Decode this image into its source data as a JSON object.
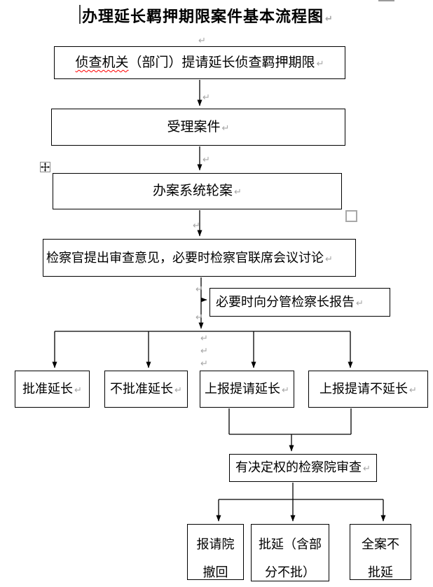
{
  "title": "办理延长羁押期限案件基本流程图",
  "marks": {
    "pilcrow": "↵"
  },
  "flow": {
    "box_request": {
      "misspelled": "侦查机关",
      "rest": "（部门）提请延长侦查羁押期限"
    },
    "box_accept": "受理案件",
    "box_assign": "办案系统轮案",
    "box_review": "检察官提出审查意见，必要时检察官联席会议讨论",
    "box_report_chief": "必要时向分管检察长报告",
    "branch_approve": "批准延长",
    "branch_disapprove": "不批准延长",
    "branch_submit_ext": "上报提请延长",
    "branch_submit_no_ext": "上报提请不延长",
    "box_authority_review": "有决定权的检察院审查",
    "result_withdraw": {
      "line1": "报请院",
      "line2": "撤回"
    },
    "result_approve": {
      "line1": "批延（含部",
      "line2": "分不批）"
    },
    "result_reject": {
      "line1": "全案不",
      "line2": "批延"
    }
  },
  "colors": {
    "background": "#ffffff",
    "text": "#000000",
    "box_border": "#000000",
    "connector": "#000000",
    "paragraph_mark": "#a6a6a6",
    "spellcheck_underline": "#ff0000",
    "selection_handle_border": "#a8a8a8"
  }
}
